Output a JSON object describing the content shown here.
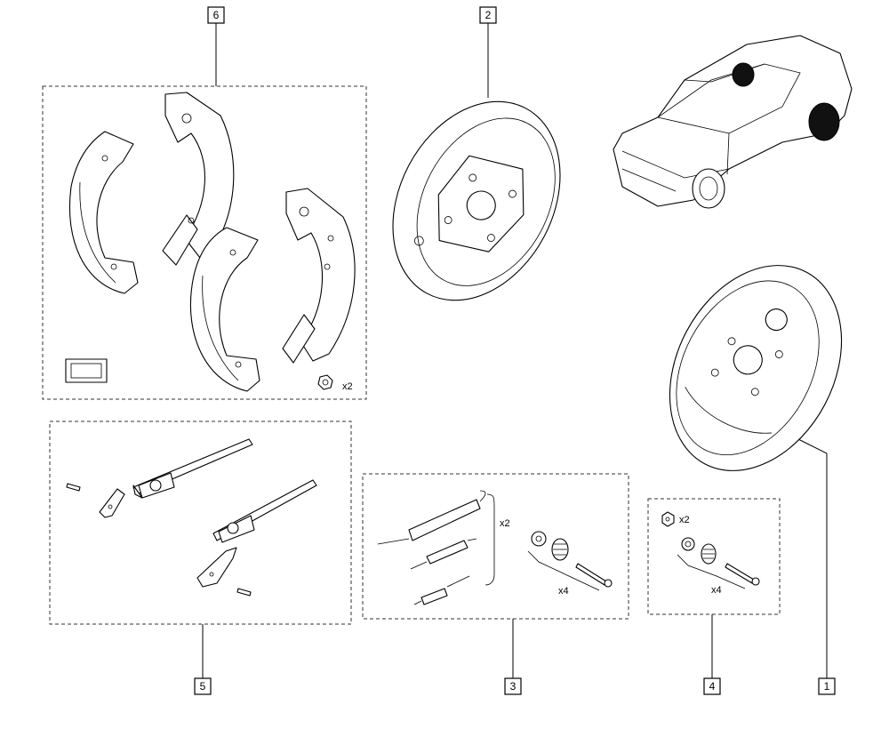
{
  "callouts": {
    "c1": "1",
    "c2": "2",
    "c3": "3",
    "c4": "4",
    "c5": "5",
    "c6": "6"
  },
  "quantities": {
    "shoe_kit_nut": "x2",
    "springs": "x2",
    "hold_down_kit": "x4",
    "single_nut": "x2",
    "single_hold_down": "x4"
  }
}
